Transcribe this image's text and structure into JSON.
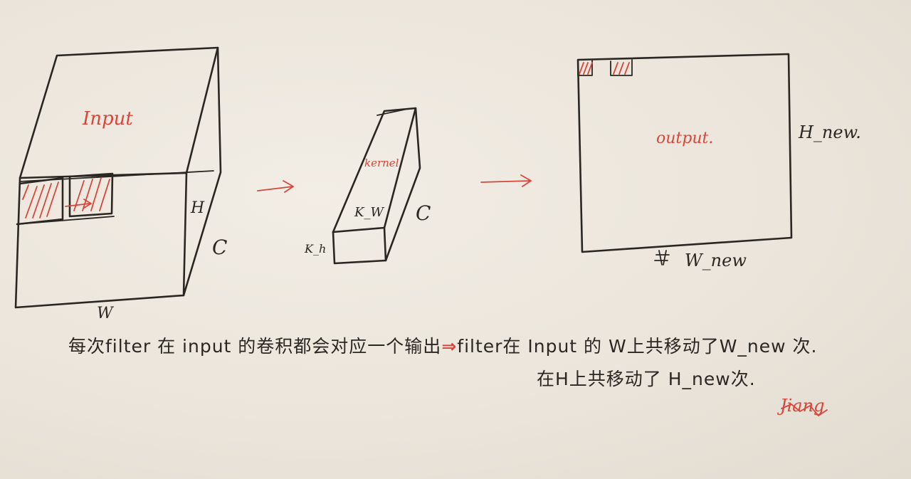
{
  "labels": {
    "input": "Input",
    "input_h": "H",
    "input_c": "C",
    "input_w": "W",
    "kernel": "kernel",
    "kernel_kw": "K_W",
    "kernel_kh": "K_h",
    "kernel_c": "C",
    "output": "output.",
    "output_h": "H_new.",
    "output_w": "W_new"
  },
  "notes": {
    "line1_left": "每次filter 在 input 的卷积都会对应一个输出",
    "line1_arrow": "⇒",
    "line1_right": "filter在 Input 的 W上共移动了W_new 次.",
    "line2": "在H上共移动了 H_new次."
  },
  "signature": "Jiang",
  "colors": {
    "paper": "#ece6dd",
    "ink": "#2a2622",
    "red_ink": "#d8463b"
  }
}
